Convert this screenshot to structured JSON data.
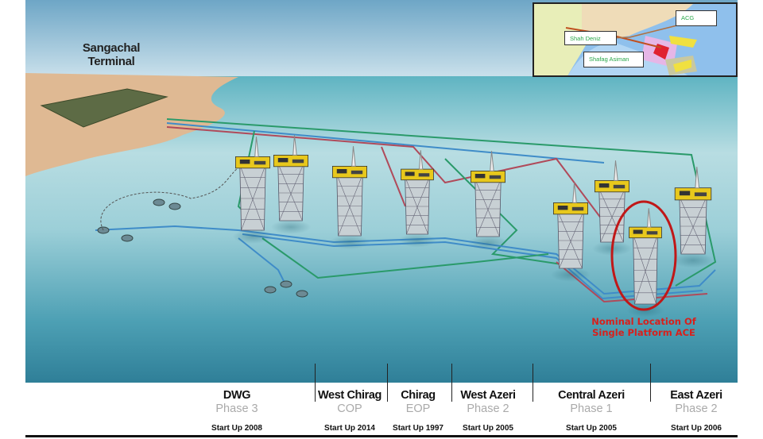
{
  "terminal": {
    "line1": "Sangachal",
    "line2": "Terminal"
  },
  "map_inset": {
    "labels": {
      "acg": "ACG",
      "shah_deniz": "Shah Deniz",
      "shafag_asiman": "Shafag Asiman"
    }
  },
  "annotation": {
    "line1": "Nominal Location Of",
    "line2": "Single Platform ACE",
    "color": "#d8201c"
  },
  "fields": [
    {
      "name": "DWG",
      "phase": "Phase 3",
      "start": "Start Up 2008"
    },
    {
      "name": "West Chirag",
      "phase": "COP",
      "start": "Start Up 2014"
    },
    {
      "name": "Chirag",
      "phase": "EOP",
      "start": "Start Up 1997"
    },
    {
      "name": "West Azeri",
      "phase": "Phase 2",
      "start": "Start Up 2005"
    },
    {
      "name": "Central Azeri",
      "phase": "Phase 1",
      "start": "Start Up 2005"
    },
    {
      "name": "East Azeri",
      "phase": "Phase 2",
      "start": "Start Up 2006"
    }
  ],
  "colors": {
    "pipeline_green": "#2a9a6a",
    "pipeline_red": "#b04a5a",
    "pipeline_blue": "#3f8cc8",
    "deck_yellow": "#e8c81c"
  }
}
